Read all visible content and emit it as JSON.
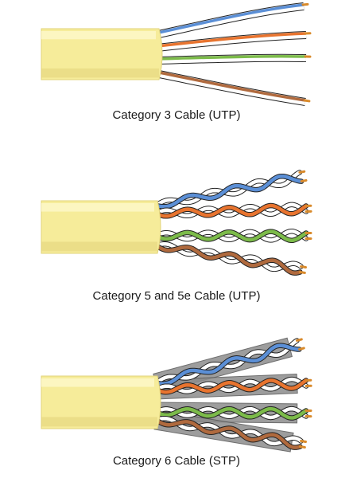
{
  "cables": [
    {
      "id": "cat3",
      "caption": "Category 3 Cable (UTP)"
    },
    {
      "id": "cat5",
      "caption": "Category 5 and 5e Cable (UTP)"
    },
    {
      "id": "cat6",
      "caption": "Category 6 Cable (STP)"
    }
  ],
  "colors": {
    "jacket": "#f6ec9a",
    "jacket_shadow": "#e2d37a",
    "jacket_highlight": "#fffbd2",
    "blue": "#5b8fd6",
    "orange": "#e8742f",
    "green": "#7cbb4a",
    "brown": "#b06a3e",
    "white": "#ffffff",
    "copper": "#d98a2b",
    "foil": "#8c8c8c",
    "outline": "#222222"
  }
}
